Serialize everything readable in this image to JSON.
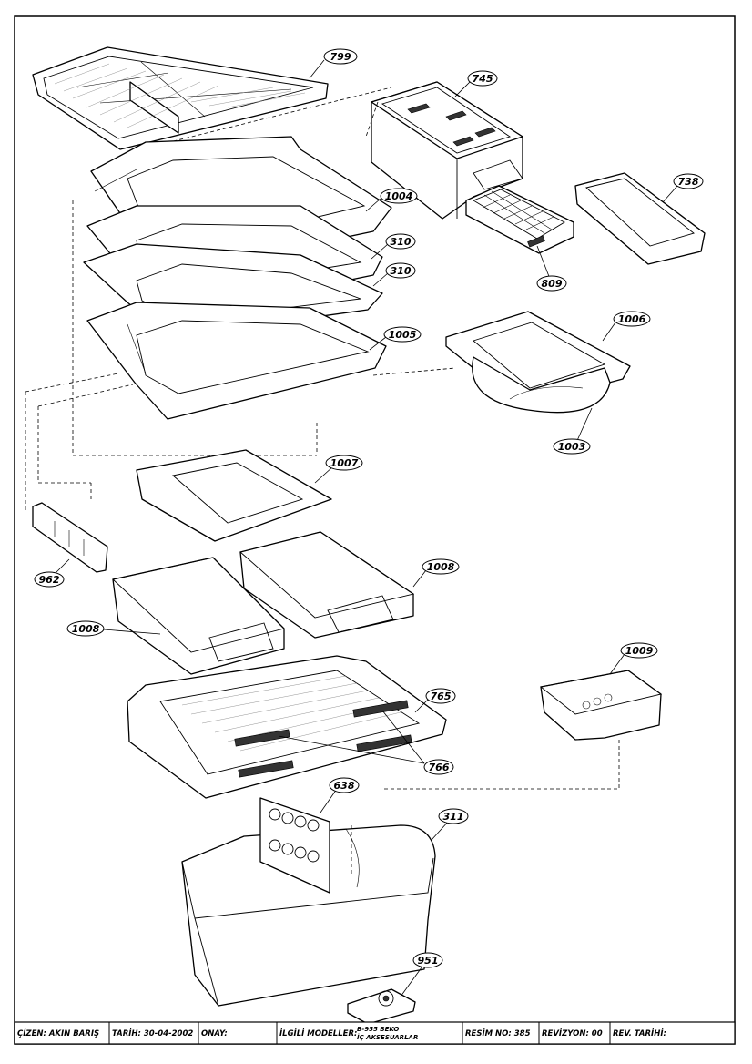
{
  "callouts": {
    "c799": "799",
    "c745": "745",
    "c738": "738",
    "c809": "809",
    "c1004": "1004",
    "c310a": "310",
    "c310b": "310",
    "c1005": "1005",
    "c1006": "1006",
    "c1003": "1003",
    "c1007": "1007",
    "c962": "962",
    "c1008a": "1008",
    "c1008b": "1008",
    "c1009": "1009",
    "c765": "765",
    "c766": "766",
    "c638": "638",
    "c311": "311",
    "c951": "951"
  },
  "title_block": {
    "drawn_by": "ÇİZEN: AKIN  BARIŞ",
    "date": "TARİH: 30-04-2002",
    "approval": "ONAY:",
    "models_label": "İLGİLİ MODELLER:",
    "models_line1": "B-955  BEKO",
    "models_line2": "İÇ AKSESUARLAR",
    "drawing_no": "RESİM NO: 385",
    "revision": "REVİZYON: 00",
    "rev_date": "REV. TARİHİ:"
  }
}
